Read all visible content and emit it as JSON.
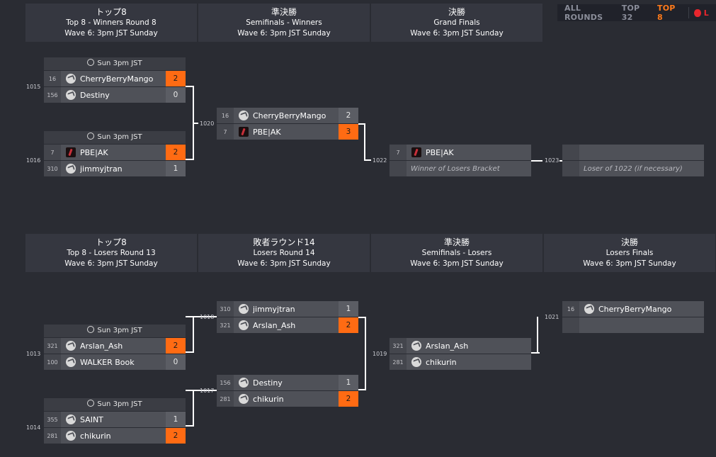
{
  "filter": {
    "all_rounds": "ALL ROUNDS",
    "top32": "TOP 32",
    "top8": "TOP 8",
    "live": "L"
  },
  "headers_top": [
    {
      "title": "トップ8",
      "sub": "Top 8 - Winners Round 8",
      "time": "Wave 6: 3pm JST Sunday"
    },
    {
      "title": "準決勝",
      "sub": "Semifinals - Winners",
      "time": "Wave 6: 3pm JST Sunday"
    },
    {
      "title": "決勝",
      "sub": "Grand Finals",
      "time": "Wave 6: 3pm JST Sunday"
    }
  ],
  "headers_bottom": [
    {
      "title": "トップ8",
      "sub": "Top 8 - Losers Round 13",
      "time": "Wave 6: 3pm JST Sunday"
    },
    {
      "title": "敗者ラウンド14",
      "sub": "Losers Round 14",
      "time": "Wave 6: 3pm JST Sunday"
    },
    {
      "title": "準決勝",
      "sub": "Semifinals - Losers",
      "time": "Wave 6: 3pm JST Sunday"
    },
    {
      "title": "決勝",
      "sub": "Losers Finals",
      "time": "Wave 6: 3pm JST Sunday"
    }
  ],
  "time_label": "Sun 3pm JST",
  "matches": {
    "m1015": {
      "id": "1015",
      "p": [
        {
          "seed": "16",
          "name": "CherryBerryMango",
          "score": "2",
          "win": true
        },
        {
          "seed": "156",
          "name": "Destiny",
          "score": "0"
        }
      ]
    },
    "m1016": {
      "id": "1016",
      "p": [
        {
          "seed": "7",
          "name": "PBE|AK",
          "score": "2",
          "win": true
        },
        {
          "seed": "310",
          "name": "jimmyjtran",
          "score": "1"
        }
      ]
    },
    "m1020": {
      "id": "1020",
      "p": [
        {
          "seed": "16",
          "name": "CherryBerryMango",
          "score": "2"
        },
        {
          "seed": "7",
          "name": "PBE|AK",
          "score": "3",
          "win": true
        }
      ]
    },
    "m1022": {
      "id": "1022",
      "p": [
        {
          "seed": "7",
          "name": "PBE|AK"
        },
        {
          "name": "Winner of Losers Bracket"
        }
      ]
    },
    "m1023": {
      "id": "1023",
      "p": [
        {
          "name": ""
        },
        {
          "name": "Loser of 1022 (if necessary)"
        }
      ]
    },
    "m1013": {
      "id": "1013",
      "p": [
        {
          "seed": "321",
          "name": "Arslan_Ash",
          "score": "2",
          "win": true
        },
        {
          "seed": "100",
          "name": "WALKER Book",
          "score": "0"
        }
      ]
    },
    "m1014": {
      "id": "1014",
      "p": [
        {
          "seed": "355",
          "name": "SAINT",
          "score": "1"
        },
        {
          "seed": "281",
          "name": "chikurin",
          "score": "2",
          "win": true
        }
      ]
    },
    "m1018": {
      "id": "1018",
      "p": [
        {
          "seed": "310",
          "name": "jimmyjtran",
          "score": "1"
        },
        {
          "seed": "321",
          "name": "Arslan_Ash",
          "score": "2",
          "win": true
        }
      ]
    },
    "m1017": {
      "id": "1017",
      "p": [
        {
          "seed": "156",
          "name": "Destiny",
          "score": "1"
        },
        {
          "seed": "281",
          "name": "chikurin",
          "score": "2",
          "win": true
        }
      ]
    },
    "m1019": {
      "id": "1019",
      "p": [
        {
          "seed": "321",
          "name": "Arslan_Ash"
        },
        {
          "seed": "281",
          "name": "chikurin"
        }
      ]
    },
    "m1021": {
      "id": "1021",
      "p": [
        {
          "seed": "16",
          "name": "CherryBerryMango"
        },
        {
          "name": ""
        }
      ]
    }
  }
}
